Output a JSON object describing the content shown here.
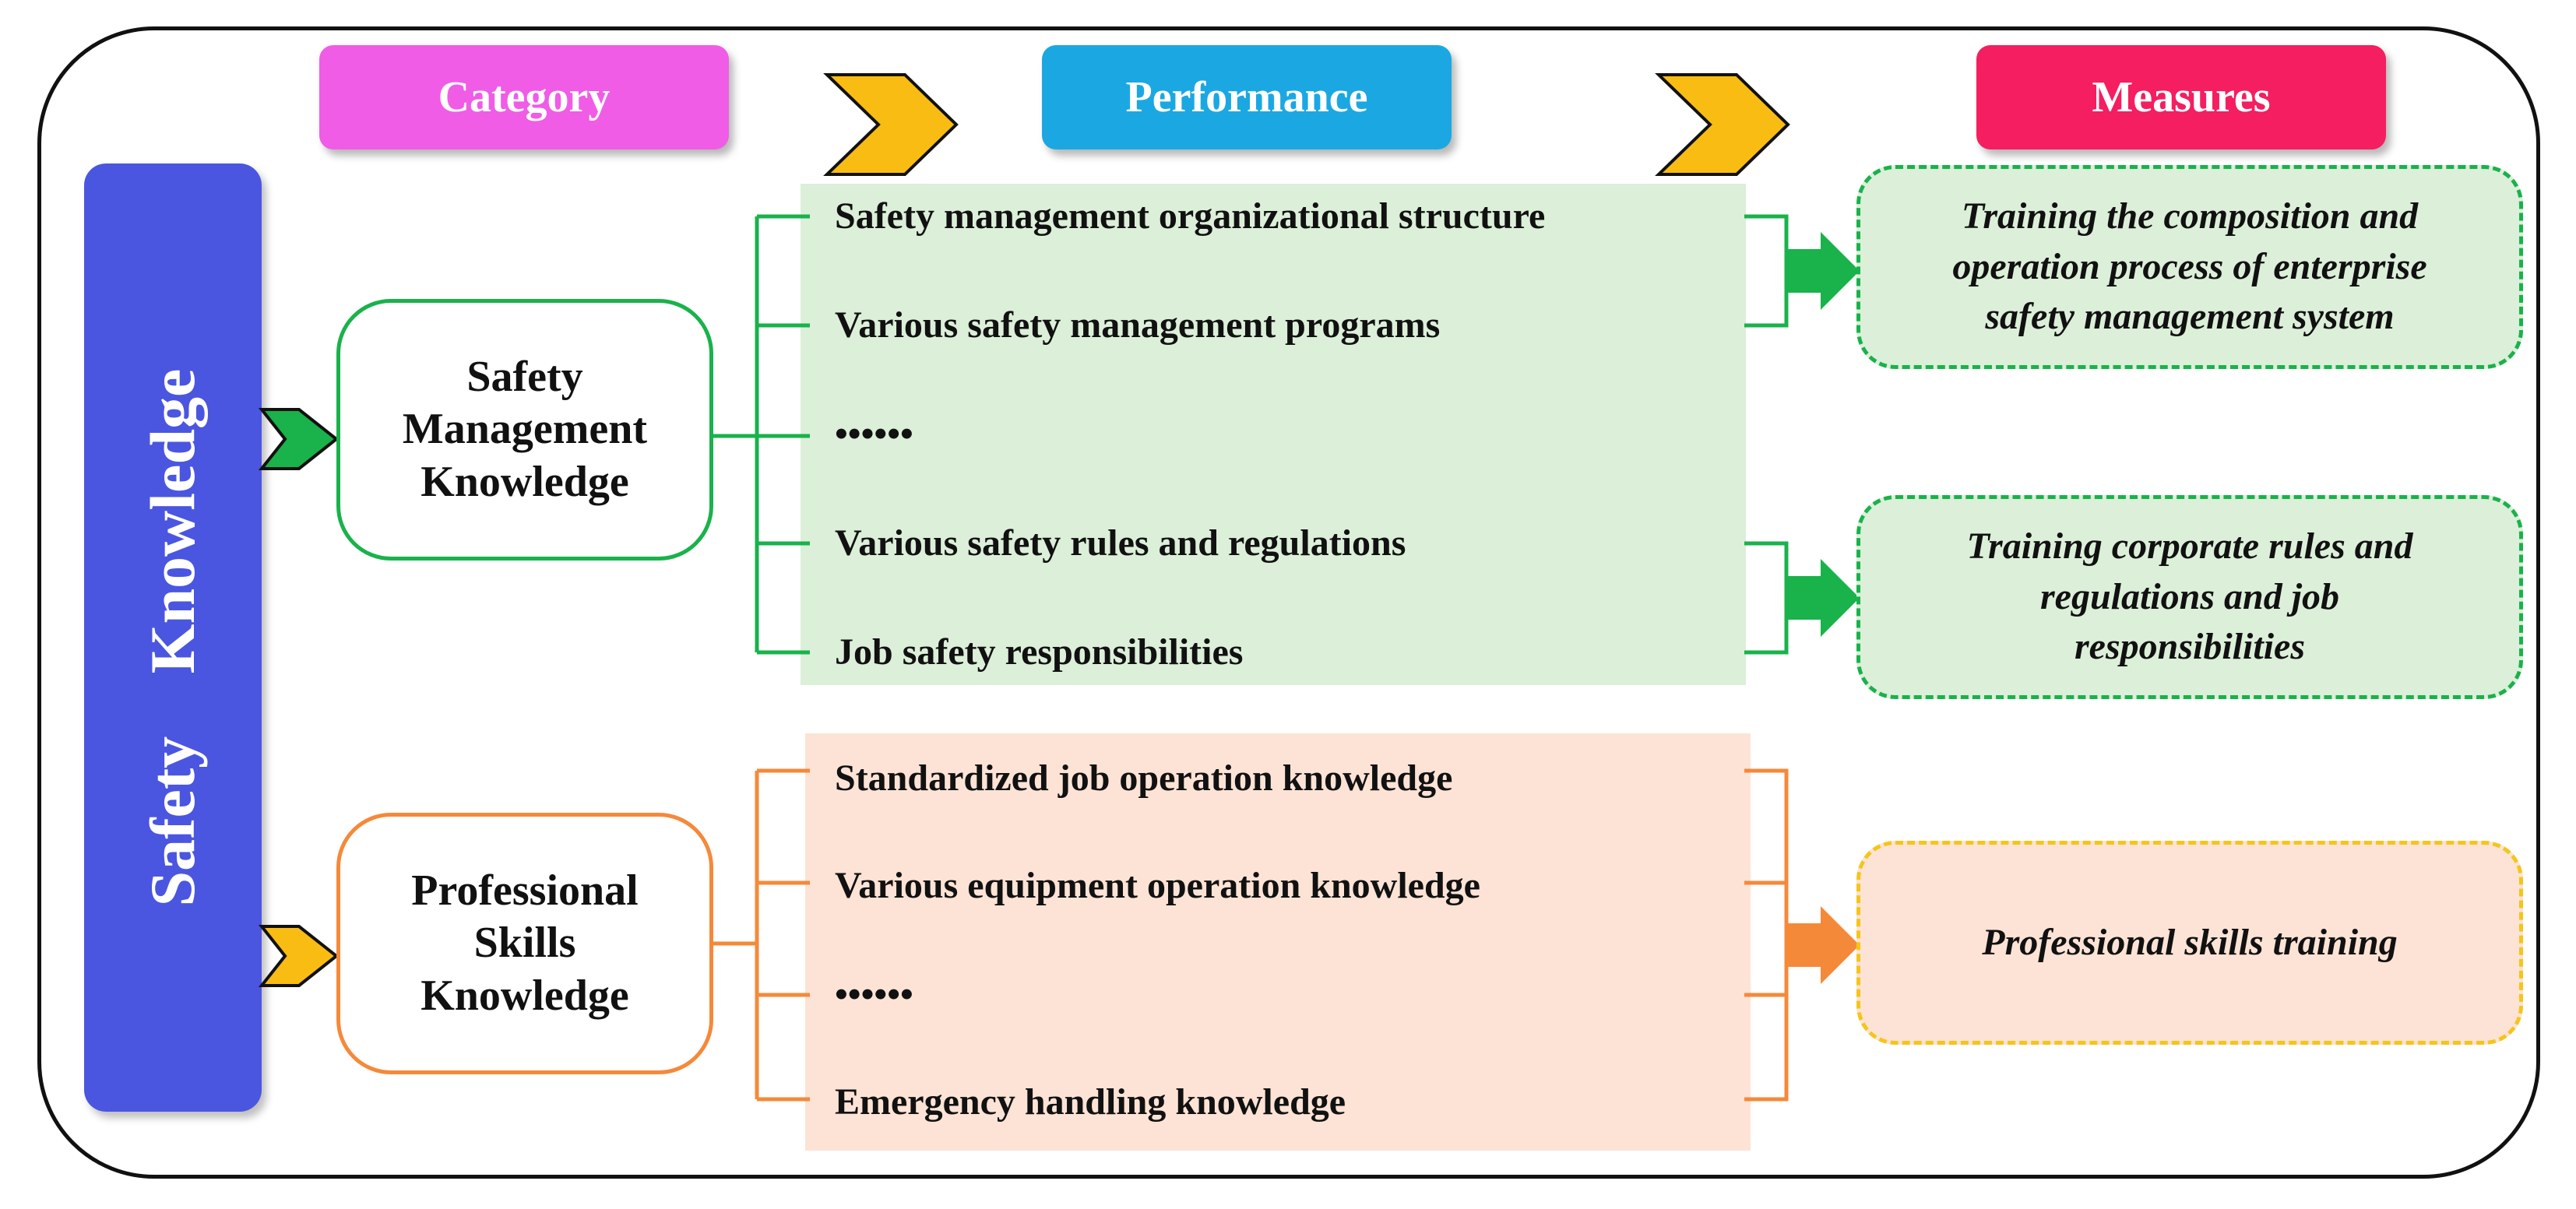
{
  "headers": {
    "category": "Category",
    "performance": "Performance",
    "measures": "Measures"
  },
  "sidebar": {
    "label": "Safety Knowledge"
  },
  "categories": [
    {
      "lines": [
        "Safety",
        "Management",
        "Knowledge"
      ]
    },
    {
      "lines": [
        "Professional",
        "Skills",
        "Knowledge"
      ]
    }
  ],
  "performance": {
    "management": [
      "Safety management organizational structure",
      "Various safety management programs",
      "••••••",
      "Various safety rules and regulations",
      "Job safety responsibilities"
    ],
    "professional": [
      "Standardized job operation knowledge",
      "Various equipment operation knowledge",
      "••••••",
      "Emergency handling knowledge"
    ]
  },
  "measures": [
    {
      "lines": [
        "Training the composition and",
        "operation process of enterprise",
        "safety management system"
      ]
    },
    {
      "lines": [
        "Training corporate rules and",
        "regulations and job",
        "responsibilities"
      ]
    },
    {
      "lines": [
        "Professional skills training"
      ]
    }
  ],
  "colors": {
    "category": "#f05ce6",
    "performance": "#1ba8e2",
    "measures": "#f41e60",
    "sidebar": "#4a56e0",
    "green": "#19b24b",
    "orange": "#f5893a",
    "arrow_yellow": "#f9bc13",
    "green_fill": "#dcefd9",
    "orange_fill": "#fce3d6",
    "measure_yellow_border": "#f5c518"
  }
}
